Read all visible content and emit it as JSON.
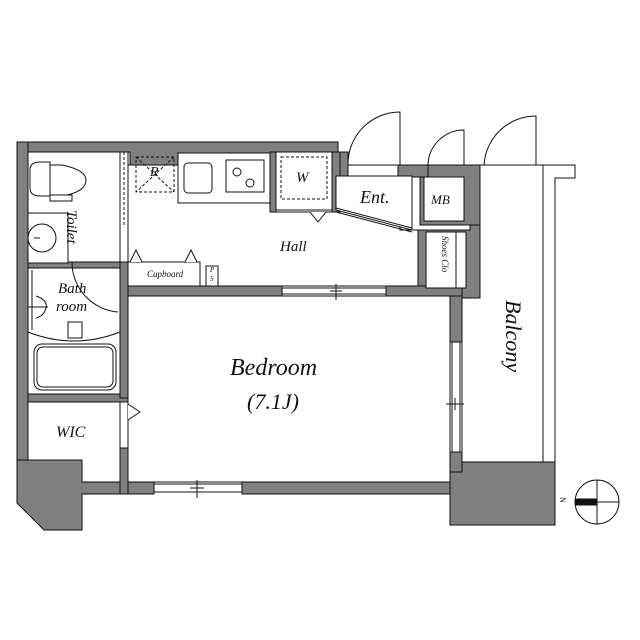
{
  "floor_plan": {
    "title": "Apartment floor plan",
    "wall_color": "#808080",
    "line_color": "#111111",
    "rooms": {
      "toilet": "Toilet",
      "bathroom_line1": "Bath",
      "bathroom_line2": "room",
      "wic": "WIC",
      "hall": "Hall",
      "entrance": "Ent.",
      "meter_box": "MB",
      "shoes_closet": "Shoes Clo",
      "bedroom": "Bedroom",
      "bedroom_size": "(7.1J)",
      "balcony": "Balcony"
    },
    "fixtures": {
      "refrigerator": "R",
      "washer": "W",
      "cupboard": "Cupboard",
      "pipe_space_line1": "P",
      "pipe_space_line2": "S"
    },
    "compass": {
      "north_label": "N"
    }
  }
}
